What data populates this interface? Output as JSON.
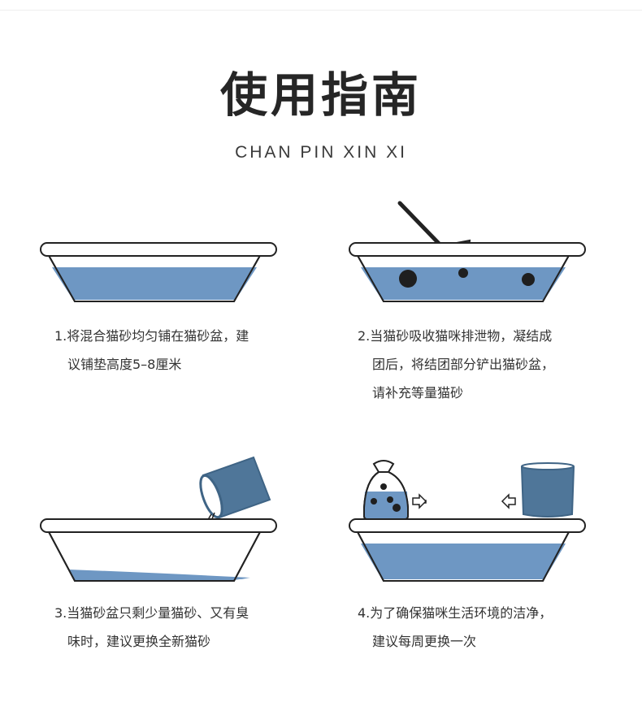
{
  "header": {
    "title": "使用指南",
    "subtitle": "CHAN PIN XIN XI"
  },
  "colors": {
    "water": "#6e97c3",
    "water_dark": "#5b86b3",
    "outline": "#222222",
    "cup": "#4f7699",
    "cup_dark": "#3f6485"
  },
  "steps": [
    {
      "lines": [
        "1.将混合猫砂均匀铺在猫砂盆，建",
        "议铺垫高度5–8厘米"
      ],
      "icons": [
        "litter-box-icon"
      ]
    },
    {
      "lines": [
        "2.当猫砂吸收猫咪排泄物，凝结成",
        "团后，将结团部分铲出猫砂盆，",
        "请补充等量猫砂"
      ],
      "icons": [
        "litter-box-icon",
        "scoop-icon",
        "clump-icon"
      ]
    },
    {
      "lines": [
        "3.当猫砂盆只剩少量猫砂、又有臭",
        "味时，建议更换全新猫砂"
      ],
      "icons": [
        "litter-box-icon",
        "pouring-cup-icon"
      ]
    },
    {
      "lines": [
        "4.为了确保猫咪生活环境的洁净，",
        "建议每周更换一次"
      ],
      "icons": [
        "litter-box-icon",
        "waste-bag-icon",
        "arrow-icon",
        "litter-bucket-icon"
      ]
    }
  ]
}
